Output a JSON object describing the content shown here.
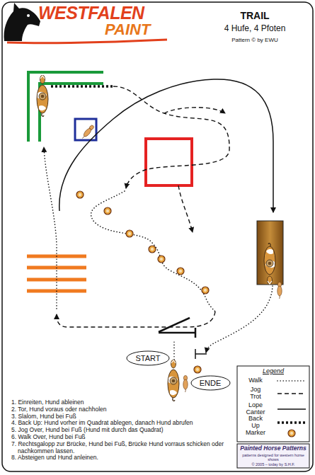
{
  "diagram": {
    "title": "TRAIL",
    "nodes": [
      {
        "text": [
          "START"
        ]
      },
      {
        "text": [
          "ENDE"
        ]
      }
    ],
    "labels": [
      "WESTFALEN",
      "PAINT",
      "4 Hufe, 4 Pfoten",
      "Pattern © by EWU",
      "1. Einreiten, Hund ableinen",
      "2. Tor, Hund voraus oder nachholen",
      "3. Slalom, Hund bei Fuß",
      "4. Back Up: Hund vorher im Quadrat ablegen, danach Hund abrufen",
      "5. Jog Over, Hund bei Fuß (Hund mit durch das Quadrat)",
      "6. Walk Over, Hund bei Fuß",
      "7. Rechtsgalopp zur Brücke, Hund bei Fuß, Brücke Hund vorraus schicken oder nachkommen lassen.",
      "8. Absteigen und Hund anleinen.",
      "Legend",
      "Painted Horse Patterns",
      "patterns designed for western horse shows",
      "© 2005 – today by S.H.F."
    ],
    "legend": [
      {
        "text": "Walk"
      },
      {
        "text": "Jog Trot"
      },
      {
        "text": "Lope Canter"
      },
      {
        "text": "Back Up"
      },
      {
        "text": "Marker"
      }
    ]
  }
}
